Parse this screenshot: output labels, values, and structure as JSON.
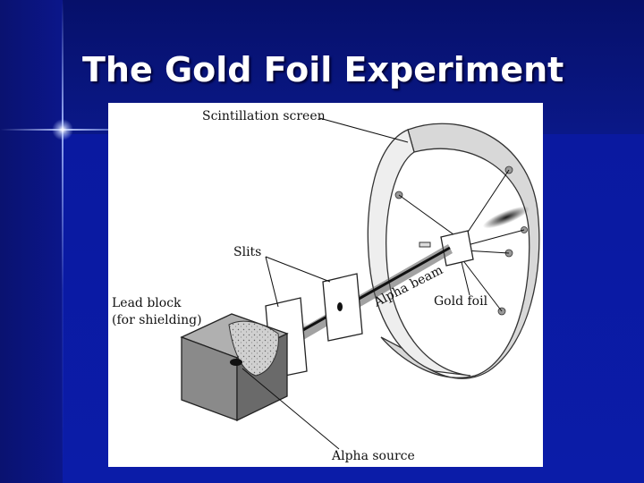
{
  "slide": {
    "title": "The Gold Foil Experiment"
  },
  "diagram": {
    "labels": {
      "scintillation_screen": "Scintillation screen",
      "slits": "Slits",
      "lead_block_line1": "Lead block",
      "lead_block_line2": "(for shielding)",
      "alpha_beam": "Alpha beam",
      "gold_foil": "Gold foil",
      "alpha_source": "Alpha source"
    }
  },
  "colors": {
    "background": "#0a1488",
    "title_text": "#ffffff",
    "figure_bg": "#ffffff",
    "lead_block_front": "#8a8a8a",
    "lead_block_side": "#6a6a6a",
    "lead_block_top": "#b0b0b0",
    "screen_shading": "#d8d8d8"
  }
}
